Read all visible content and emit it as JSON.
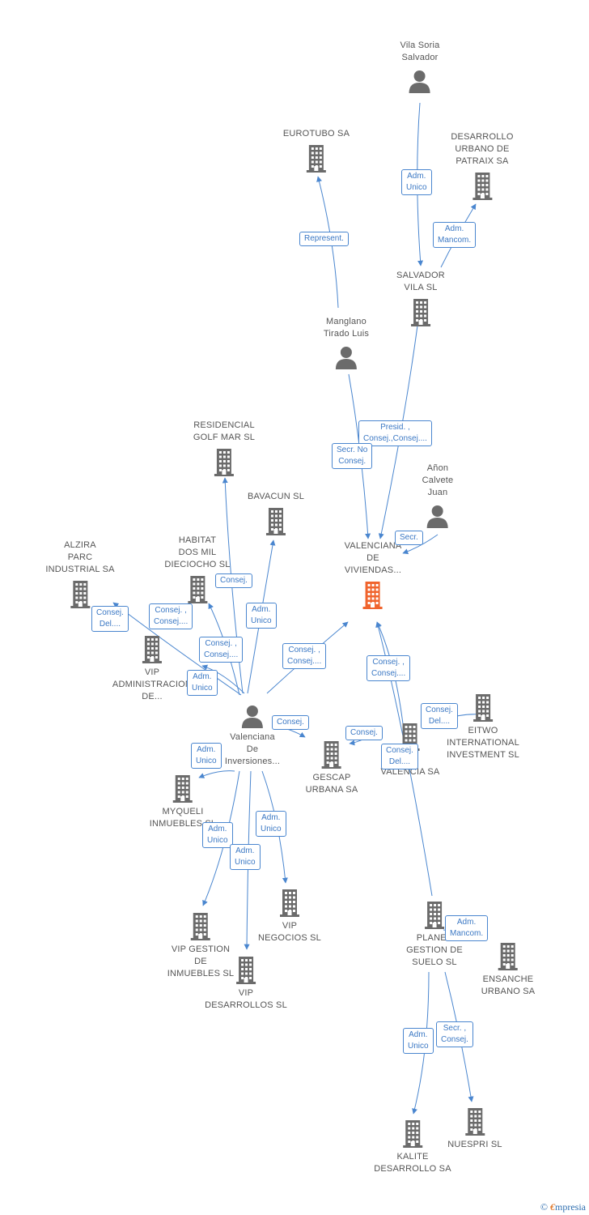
{
  "colors": {
    "edge": "#4a86cf",
    "icon": "#6b6b6b",
    "focus": "#f0642d",
    "tag_text": "#3b78c4"
  },
  "nodes": [
    {
      "id": "vila_soria",
      "type": "person",
      "lines": [
        "Vila Soria",
        "Salvador"
      ]
    },
    {
      "id": "eurotubo",
      "type": "company",
      "lines": [
        "EUROTUBO SA"
      ]
    },
    {
      "id": "desarrollo_patraix",
      "type": "company",
      "lines": [
        "DESARROLLO",
        "URBANO DE",
        "PATRAIX SA"
      ]
    },
    {
      "id": "salvador_vila",
      "type": "company",
      "lines": [
        "SALVADOR",
        "VILA SL"
      ]
    },
    {
      "id": "manglano",
      "type": "person",
      "lines": [
        "Manglano",
        "Tirado Luis"
      ]
    },
    {
      "id": "residencial_golf",
      "type": "company",
      "lines": [
        "RESIDENCIAL",
        "GOLF MAR SL"
      ]
    },
    {
      "id": "bavacun",
      "type": "company",
      "lines": [
        "BAVACUN SL"
      ]
    },
    {
      "id": "anon_calvete",
      "type": "person",
      "lines": [
        "Añon",
        "Calvete",
        "Juan"
      ]
    },
    {
      "id": "valenciana_viviendas",
      "type": "focus",
      "lines": [
        "VALENCIANA",
        "DE",
        "VIVIENDAS..."
      ]
    },
    {
      "id": "alzira",
      "type": "company",
      "lines": [
        "ALZIRA",
        "PARC",
        "INDUSTRIAL SA"
      ]
    },
    {
      "id": "habitat",
      "type": "company",
      "lines": [
        "HABITAT",
        "DOS MIL",
        "DIECIOCHO SL"
      ]
    },
    {
      "id": "vip_admin",
      "type": "company",
      "lines": [
        "VIP",
        "ADMINISTRACION",
        "DE..."
      ]
    },
    {
      "id": "valenciana_inversiones",
      "type": "person",
      "lines": [
        "Valenciana",
        "De",
        "Inversiones..."
      ]
    },
    {
      "id": "gescap",
      "type": "company",
      "lines": [
        "GESCAP",
        "URBANA SA"
      ]
    },
    {
      "id": "de_valencia",
      "type": "company",
      "lines": [
        "DE",
        "VALENCIA SA"
      ]
    },
    {
      "id": "eitwo",
      "type": "company",
      "lines": [
        "EITWO",
        "INTERNATIONAL",
        "INVESTMENT SL"
      ]
    },
    {
      "id": "myqueli",
      "type": "company",
      "lines": [
        "MYQUELI",
        "INMUEBLES SL"
      ]
    },
    {
      "id": "vip_negocios",
      "type": "company",
      "lines": [
        "VIP",
        "NEGOCIOS SL"
      ]
    },
    {
      "id": "vip_gestion",
      "type": "company",
      "lines": [
        "VIP GESTION",
        "DE",
        "INMUEBLES SL"
      ]
    },
    {
      "id": "vip_desarrollos",
      "type": "company",
      "lines": [
        "VIP",
        "DESARROLLOS SL"
      ]
    },
    {
      "id": "planes_gestion",
      "type": "company",
      "lines": [
        "PLANES",
        "GESTION DE",
        "SUELO SL"
      ]
    },
    {
      "id": "ensanche",
      "type": "company",
      "lines": [
        "ENSANCHE",
        "URBANO SA"
      ]
    },
    {
      "id": "kalite",
      "type": "company",
      "lines": [
        "KALITE",
        "DESARROLLO SA"
      ]
    },
    {
      "id": "nuespri",
      "type": "company",
      "lines": [
        "NUESPRI SL"
      ]
    }
  ],
  "relations": [
    {
      "id": "r_adm_unico_vila",
      "lines": [
        "Adm.",
        "Unico"
      ]
    },
    {
      "id": "r_adm_mancom_patraix",
      "lines": [
        "Adm.",
        "Mancom."
      ]
    },
    {
      "id": "r_represent",
      "lines": [
        "Represent."
      ]
    },
    {
      "id": "r_presid",
      "lines": [
        "Presid. ,",
        "Consej.,Consej...."
      ]
    },
    {
      "id": "r_secr_no_consej",
      "lines": [
        "Secr.  No",
        "Consej."
      ]
    },
    {
      "id": "r_secr_anon",
      "lines": [
        "Secr."
      ]
    },
    {
      "id": "r_consej_golf",
      "lines": [
        "Consej."
      ]
    },
    {
      "id": "r_adm_unico_bavacun",
      "lines": [
        "Adm.",
        "Unico"
      ]
    },
    {
      "id": "r_consej_del_alzira",
      "lines": [
        "Consej.",
        "Del...."
      ]
    },
    {
      "id": "r_consej_habitat",
      "lines": [
        "Consej. ,",
        "Consej...."
      ]
    },
    {
      "id": "r_consej_vip_admin",
      "lines": [
        "Consej. ,",
        "Consej...."
      ]
    },
    {
      "id": "r_adm_unico_vip_admin",
      "lines": [
        "Adm.",
        "Unico"
      ]
    },
    {
      "id": "r_consej_focus",
      "lines": [
        "Consej. ,",
        "Consej...."
      ]
    },
    {
      "id": "r_consej_focus_right",
      "lines": [
        "Consej. ,",
        "Consej...."
      ]
    },
    {
      "id": "r_consej_gescap_left",
      "lines": [
        "Consej."
      ]
    },
    {
      "id": "r_consej_gescap",
      "lines": [
        "Consej."
      ]
    },
    {
      "id": "r_consej_del_eitwo",
      "lines": [
        "Consej.",
        "Del...."
      ]
    },
    {
      "id": "r_consej_del_devalencia",
      "lines": [
        "Consej.",
        "Del...."
      ]
    },
    {
      "id": "r_adm_unico_myqueli",
      "lines": [
        "Adm.",
        "Unico"
      ]
    },
    {
      "id": "r_adm_unico_negocios",
      "lines": [
        "Adm.",
        "Unico"
      ]
    },
    {
      "id": "r_adm_unico_gestion",
      "lines": [
        "Adm.",
        "Unico"
      ]
    },
    {
      "id": "r_adm_unico_desarrollos",
      "lines": [
        "Adm.",
        "Unico"
      ]
    },
    {
      "id": "r_adm_mancom_ensanche",
      "lines": [
        "Adm.",
        "Mancom."
      ]
    },
    {
      "id": "r_adm_unico_kalite",
      "lines": [
        "Adm.",
        "Unico"
      ]
    },
    {
      "id": "r_secr_consej_nuespri",
      "lines": [
        "Secr. ,",
        "Consej."
      ]
    }
  ],
  "footer": {
    "copyright": "©",
    "brand_first": "€",
    "brand_rest": "mpresia"
  }
}
